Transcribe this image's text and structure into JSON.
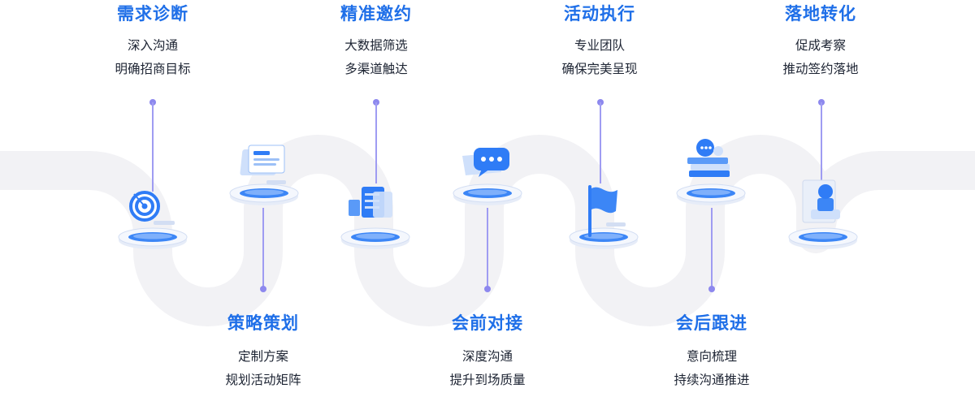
{
  "colors": {
    "title": "#1f6fe8",
    "text": "#1d2433",
    "connector": "#9f9cf2",
    "track": "#f2f2f5",
    "icon_blue": "#2f7cf6",
    "icon_light": "#cfe0fb"
  },
  "steps": [
    {
      "title": "需求诊断",
      "lines": [
        "深入沟通",
        "明确招商目标"
      ],
      "icon": "target-icon"
    },
    {
      "title": "策略策划",
      "lines": [
        "定制方案",
        "规划活动矩阵"
      ],
      "icon": "document-icon"
    },
    {
      "title": "精准邀约",
      "lines": [
        "大数据筛选",
        "多渠道触达"
      ],
      "icon": "data-cards-icon"
    },
    {
      "title": "会前对接",
      "lines": [
        "深度沟通",
        "提升到场质量"
      ],
      "icon": "chat-bubble-icon"
    },
    {
      "title": "活动执行",
      "lines": [
        "专业团队",
        "确保完美呈现"
      ],
      "icon": "flag-icon"
    },
    {
      "title": "会后跟进",
      "lines": [
        "意向梳理",
        "持续沟通推进"
      ],
      "icon": "books-chat-icon"
    },
    {
      "title": "落地转化",
      "lines": [
        "促成考察",
        "推动签约落地"
      ],
      "icon": "stamp-icon"
    }
  ]
}
